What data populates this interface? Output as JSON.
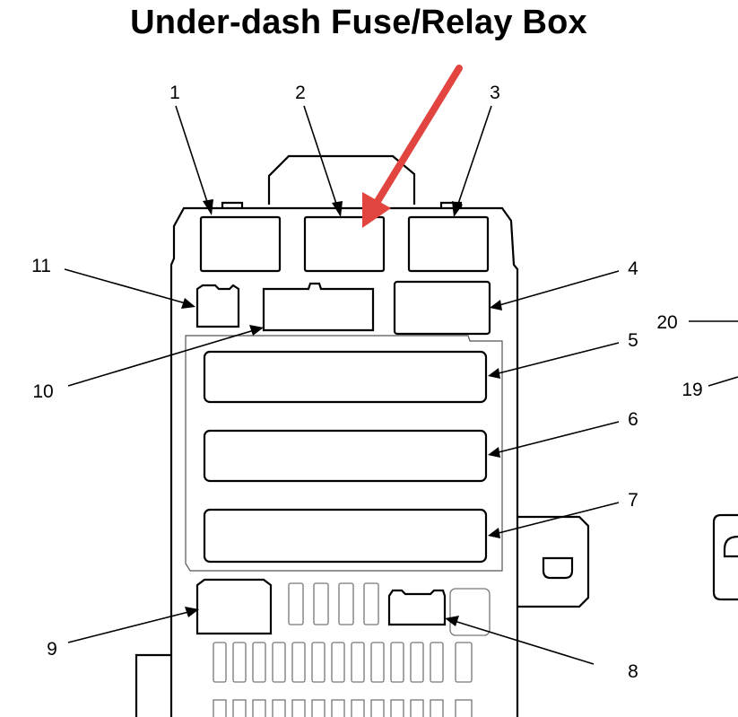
{
  "title": "Under-dash Fuse/Relay Box",
  "callouts": [
    "1",
    "2",
    "3",
    "4",
    "5",
    "6",
    "7",
    "8",
    "9",
    "10",
    "11",
    "19",
    "20"
  ],
  "colors": {
    "highlight_arrow": "#e2453f",
    "line": "#000000"
  }
}
